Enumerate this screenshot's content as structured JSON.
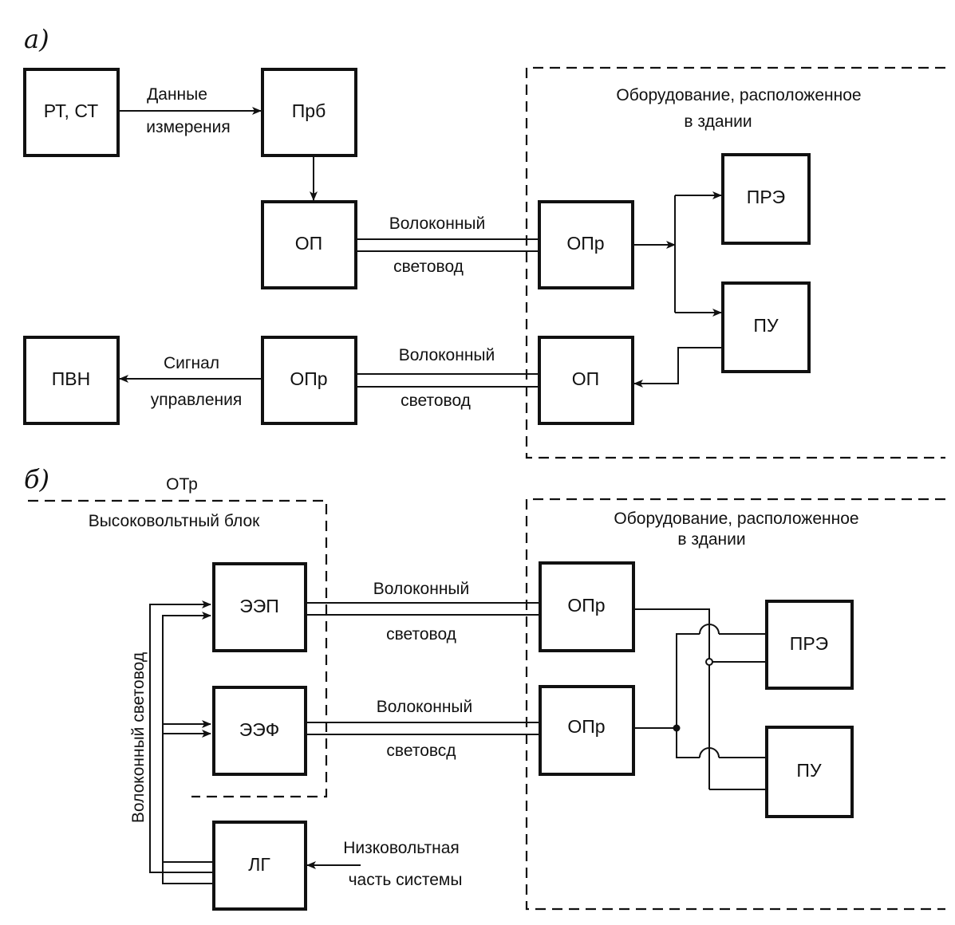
{
  "part_a": {
    "marker": "а)",
    "boxes": {
      "rt_st": "РТ, СТ",
      "prb": "Прб",
      "op_tx": "ОП",
      "opr_rx": "ОПр",
      "pre": "ПРЭ",
      "pu": "ПУ",
      "pvn": "ПВН",
      "opr_hv": "ОПр",
      "op_bld": "ОП"
    },
    "labels": {
      "data_line1": "Данные",
      "data_line2": "измерения",
      "fiber1_line1": "Волоконный",
      "fiber1_line2": "световод",
      "fiber2_line1": "Волоконный",
      "fiber2_line2": "световод",
      "control_line1": "Сигнал",
      "control_line2": "управления"
    },
    "building": {
      "line1": "Оборудование, расположенное",
      "line2": "в здании"
    }
  },
  "part_b": {
    "marker": "б)",
    "hv_block": {
      "top_label": "ОТр",
      "title": "Высоковольтный блок"
    },
    "boxes": {
      "eep": "ЭЭП",
      "eef": "ЭЭФ",
      "lg": "ЛГ",
      "opr1": "ОПр",
      "opr2": "ОПр",
      "pre": "ПРЭ",
      "pu": "ПУ"
    },
    "labels": {
      "fiber1_line1": "Волоконный",
      "fiber1_line2": "световод",
      "fiber2_line1": "Волоконный",
      "fiber2_line2": "световсд",
      "vertical_fiber": "Волоконный световод",
      "lv_line1": "Низковольтная",
      "lv_line2": "часть системы"
    },
    "building": {
      "line1": "Оборудование, расположенное",
      "line2": "в здании"
    }
  }
}
